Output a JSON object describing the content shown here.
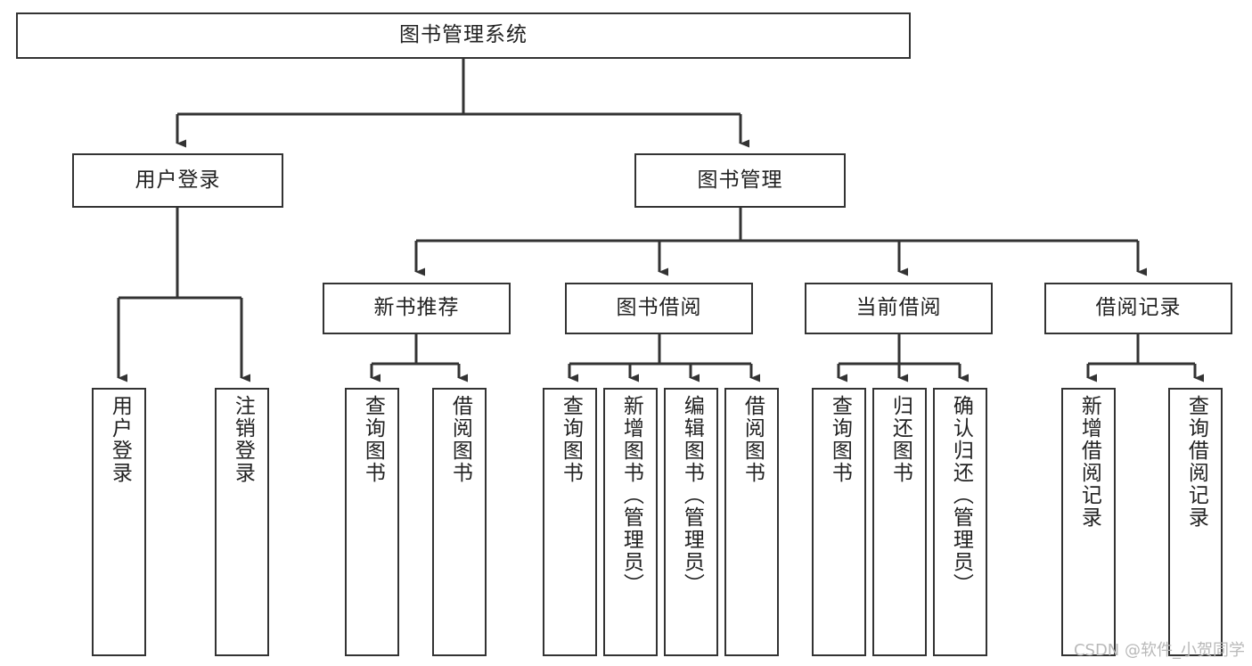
{
  "diagram": {
    "type": "tree-hierarchy-chart",
    "title": "图书管理系统",
    "watermark": "CSDN @软件_小贺同学",
    "colors": {
      "box_border": "#333333",
      "box_fill": "#ffffff",
      "connector": "#333333",
      "text": "#222222",
      "watermark": "#b9b9b9"
    },
    "root": {
      "label": "图书管理系统"
    },
    "level2": [
      {
        "label": "用户登录"
      },
      {
        "label": "图书管理"
      }
    ],
    "level3": [
      {
        "label": "新书推荐"
      },
      {
        "label": "图书借阅"
      },
      {
        "label": "当前借阅"
      },
      {
        "label": "借阅记录"
      }
    ],
    "leaves": {
      "user_login": [
        {
          "label": "用户登录"
        },
        {
          "label": "注销登录"
        }
      ],
      "new_book_recommend": [
        {
          "label": "查询图书"
        },
        {
          "label": "借阅图书"
        }
      ],
      "book_borrow": [
        {
          "label": "查询图书"
        },
        {
          "label": "新增图书（管理员）"
        },
        {
          "label": "编辑图书（管理员）"
        },
        {
          "label": "借阅图书"
        }
      ],
      "current_borrow": [
        {
          "label": "查询图书"
        },
        {
          "label": "归还图书"
        },
        {
          "label": "确认归还（管理员）"
        }
      ],
      "borrow_record": [
        {
          "label": "新增借阅记录"
        },
        {
          "label": "查询借阅记录"
        }
      ]
    }
  }
}
